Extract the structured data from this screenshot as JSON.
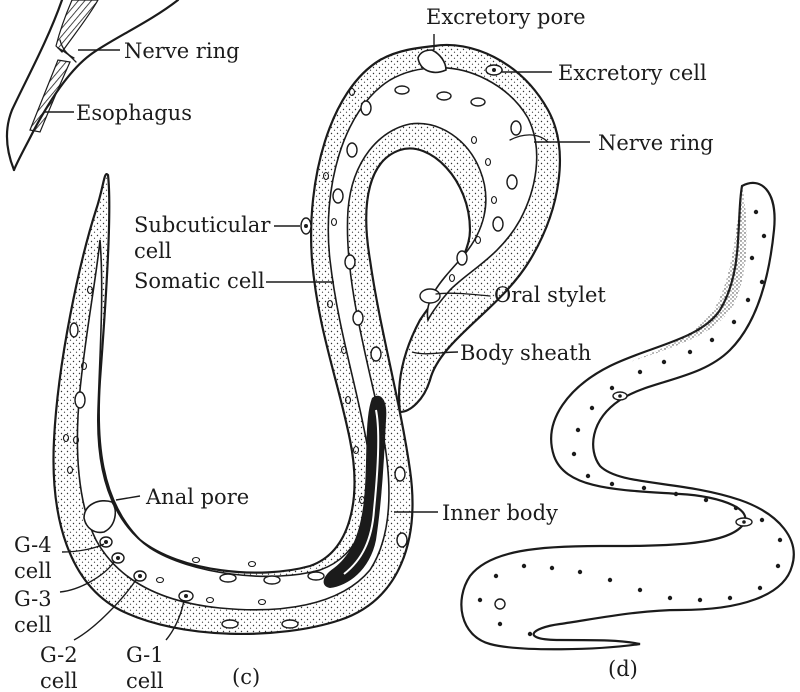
{
  "labels": {
    "excretory_pore": "Excretory pore",
    "nerve_ring_top": "Nerve ring",
    "excretory_cell": "Excretory cell",
    "esophagus": "Esophagus",
    "nerve_ring_right": "Nerve ring",
    "subcuticular_cell_line1": "Subcuticular",
    "subcuticular_cell_line2": "cell",
    "somatic_cell": "Somatic cell",
    "oral_stylet": "Oral stylet",
    "body_sheath": "Body sheath",
    "anal_pore": "Anal pore",
    "inner_body": "Inner body",
    "g4_line1": "G-4",
    "g4_line2": "cell",
    "g3_line1": "G-3",
    "g3_line2": "cell",
    "g2_line1": "G-2",
    "g2_line2": "cell",
    "g1_line1": "G-1",
    "g1_line2": "cell",
    "panel_c": "(c)",
    "panel_d": "(d)"
  }
}
